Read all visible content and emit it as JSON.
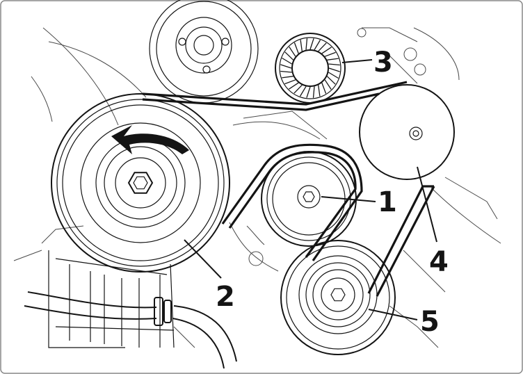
{
  "callouts": {
    "label_1": "1",
    "label_2": "2",
    "label_3": "3",
    "label_4": "4",
    "label_5": "5"
  },
  "colors": {
    "ink": "#141414",
    "paper": "#ffffff"
  }
}
